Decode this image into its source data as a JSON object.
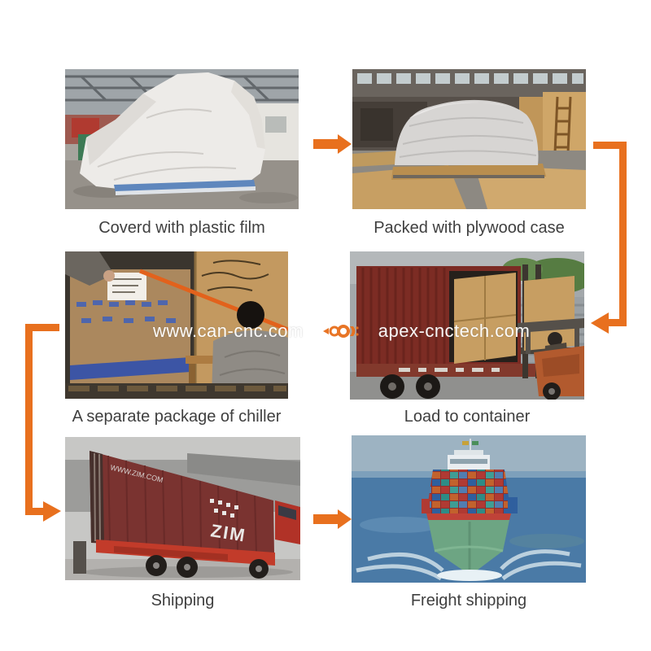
{
  "colors": {
    "arrow": "#E8701E",
    "caption": "#3F3F3F",
    "watermark": "#FFFFFF"
  },
  "steps": [
    {
      "caption": "Coverd with plastic film",
      "photo": "machine-wrapped-in-plastic-film-in-factory"
    },
    {
      "caption": "Packed with plywood case",
      "photo": "wrapped-machine-on-plywood-base"
    },
    {
      "caption": "A separate package of chiller",
      "photo": "chiller-carton-and-plywood-crate-with-workers"
    },
    {
      "caption": "Load to container",
      "photo": "forklift-loading-crates-into-container-truck"
    },
    {
      "caption": "Shipping",
      "photo": "zim-container-on-truck"
    },
    {
      "caption": "Freight shipping",
      "photo": "container-ship-at-sea"
    }
  ],
  "watermark": {
    "left_text": "www.can-cnc.com",
    "right_text": "apex-cnctech.com",
    "logo_icon": "orange-fish-logo"
  },
  "photo_texts": {
    "zim_url": "WWW.ZIM.COM",
    "zim_brand": "ZIM"
  }
}
